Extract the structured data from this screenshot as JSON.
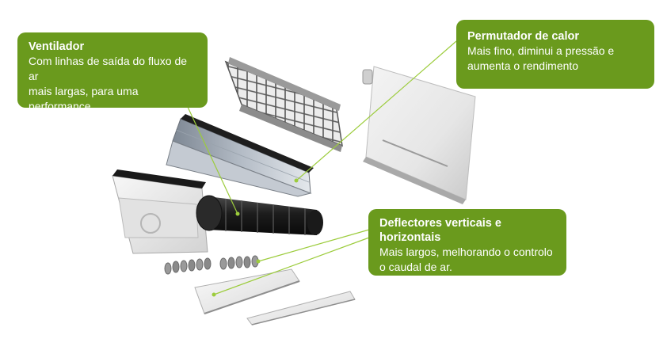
{
  "colors": {
    "accent": "#6a9a1d",
    "leader_line": "#9ccc3c",
    "text_on_accent": "#ffffff"
  },
  "callouts": {
    "ventilador": {
      "title": "Ventilador",
      "text": "Com linhas de saída do fluxo de ar\nmais largas, para uma performance\nmais aerodinâmica."
    },
    "permutador": {
      "title": "Permutador de calor",
      "text": "Mais fino, diminui a pressão e\naumenta o rendimento"
    },
    "deflectores": {
      "title": "Deflectores verticais e horizontais",
      "text": "Mais largos, melhorando o controlo\n o caudal de ar."
    }
  }
}
